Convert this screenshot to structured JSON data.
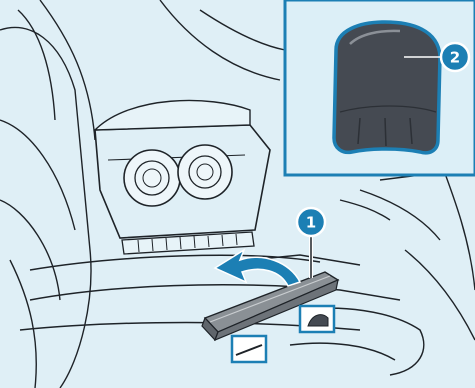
{
  "illustration": {
    "subject": "rear-console-storage-tray",
    "colors": {
      "highlight_blue": "#1c7fb4",
      "inset_background": "#dceff7",
      "page_background": "#dfeff6",
      "line_dark": "#1e2328",
      "knob_fill": "#454a52",
      "tray_fill": "#8a9095"
    },
    "icons": {
      "arrow": "curved-arrow-icon",
      "knob": "release-knob-icon"
    }
  },
  "callouts": [
    {
      "label": "1"
    },
    {
      "label": "2"
    }
  ]
}
